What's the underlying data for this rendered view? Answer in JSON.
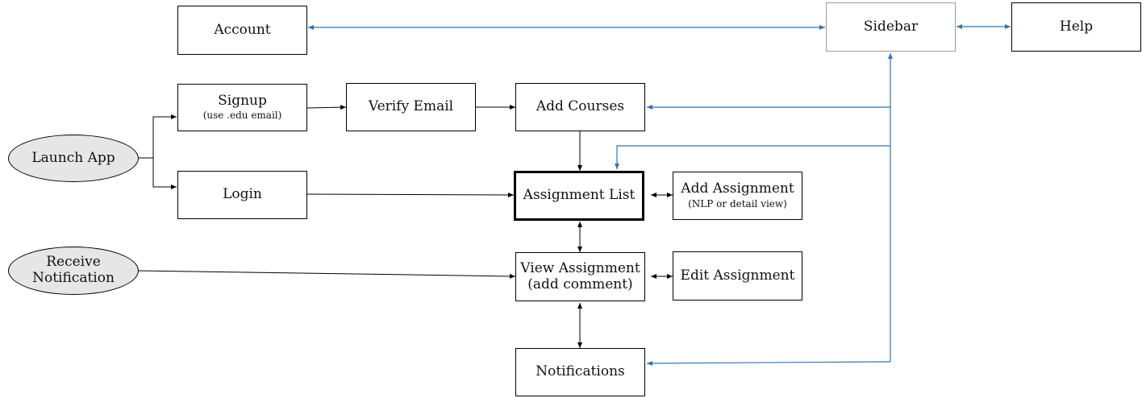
{
  "nodes": {
    "account": "Account",
    "sidebar": "Sidebar",
    "help": "Help",
    "signup": "Signup",
    "signup_note": "(use .edu email)",
    "verify_email": "Verify Email",
    "add_courses": "Add Courses",
    "launch_app": "Launch App",
    "login": "Login",
    "assignment_list": "Assignment List",
    "add_assignment": "Add Assignment",
    "add_assignment_note": "(NLP or detail view)",
    "receive_notification": "Receive\nNotification",
    "view_assignment": "View Assignment\n(add comment)",
    "edit_assignment": "Edit Assignment",
    "notifications": "Notifications"
  },
  "colors": {
    "black_edge": "#000000",
    "blue_edge": "#2e74b5",
    "start_fill": "#e6e6e6"
  }
}
